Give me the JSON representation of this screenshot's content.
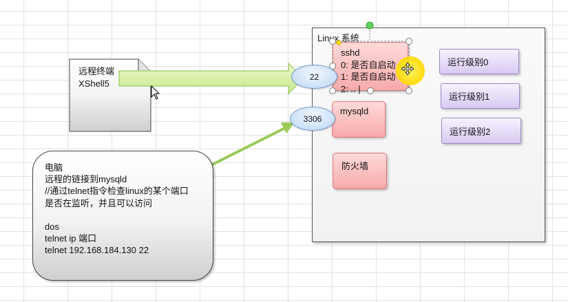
{
  "linux": {
    "title": "Linux 系统",
    "sshd": "sshd\n0: 是否自启动\n1: 是否自启动\n2: .. |",
    "mysqld": "mysqld",
    "firewall": "防火墙",
    "run_levels": [
      "运行级别0",
      "运行级别1",
      "运行级别2"
    ]
  },
  "terminal": {
    "text": "远程终端\nXShell5"
  },
  "computer": {
    "text": "电脑\n远程的链接到mysqld\n//通过telnet指令检查linux的某个端口\n是否在监听，并且可以访问\n\ndos\ntelnet ip 端口\ntelnet  192.168.184.130  22"
  },
  "ports": {
    "ssh": "22",
    "mysql": "3306"
  },
  "colors": {
    "arrow_fill": "#d7f0a7",
    "arrow_stroke": "#9bc95a",
    "service_fill": "#f6aaaa",
    "runlevel_fill": "#d8c9f2",
    "port_fill": "#bcd6f4",
    "highlight": "#ffe600"
  }
}
